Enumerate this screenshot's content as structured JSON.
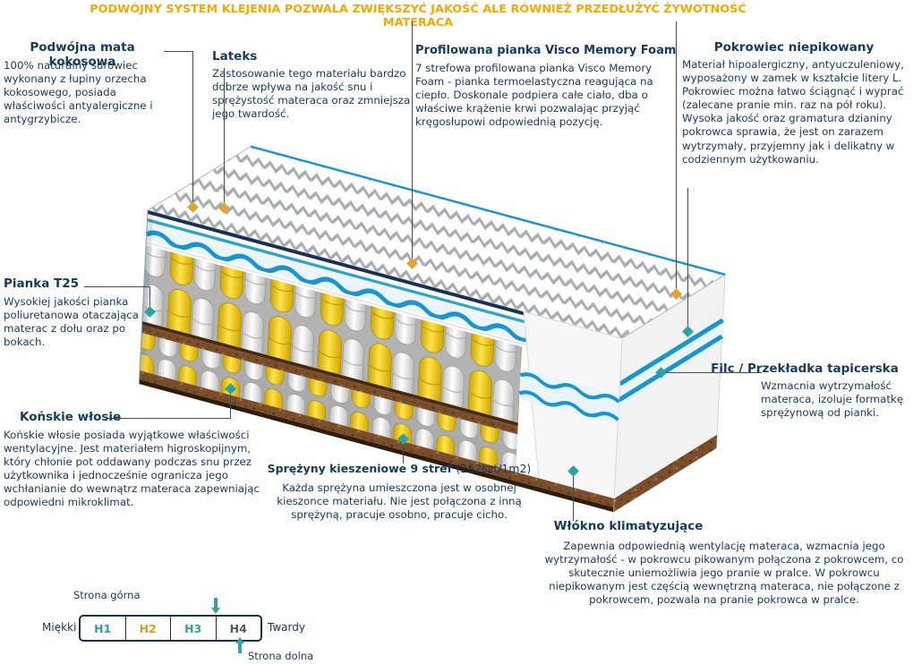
{
  "banner": "PODWÓJNY SYSTEM KLEJENIA POZWALA ZWIĘKSZYĆ JAKOŚĆ ALE RÓWNIEŻ PRZEDŁUŻYĆ ŻYWOTNOŚĆ MATERACA",
  "callouts": {
    "mata_kokosowa": {
      "title": "Podwójna mata kokosowa",
      "body": "100% naturalny surowiec wykonany z łupiny orzecha kokosowego, posiada właściwości antyalergiczne i antygrzybicze."
    },
    "lateks": {
      "title": "Lateks",
      "body": "Zastosowanie tego materiału bardzo dobrze wpływa na jakość snu i sprężystość materaca oraz zmniejsza jego twardość."
    },
    "visco": {
      "title": "Profilowana pianka Visco Memory Foam",
      "body": "7 strefowa profilowana pianka Visco Memory Foam - pianka termoelastyczna reagująca na ciepło. Doskonale podpiera całe ciało, dba o właściwe krążenie krwi pozwalając przyjąć kręgosłupowi odpowiednią pozycję."
    },
    "pokrowiec": {
      "title": "Pokrowiec niepikowany",
      "body": "Materiał hipoalergiczny, antyuczuleniowy, wyposażony w zamek w kształcie litery L. Pokrowiec można łatwo ściągnąć i wyprać (zalecane pranie min. raz na pół roku). Wysoka jakość oraz gramatura dzianiny pokrowca sprawia, że jest on zarazem wytrzymały, przyjemny jak i delikatny w codziennym użytkowaniu."
    },
    "pianka_t25": {
      "title": "Pianka T25",
      "body": "Wysokiej jakości pianka poliuretanowa otaczająca materac z dołu oraz po bokach."
    },
    "konskie_wlosie": {
      "title": "Końskie włosie",
      "body": "Końskie włosie posiada wyjątkowe właściwości wentylacyjne. Jest materiałem higroskopijnym, który chłonie pot oddawany podczas snu przez użytkownika i jednocześnie ogranicza jego wchłanianie do wewnątrz materaca zapewniając odpowiedni mikroklimat."
    },
    "sprezyny": {
      "title": "Sprężyny kieszeniowe 9 stref",
      "title_suffix": "(262szt/1m2)",
      "body": "Każda sprężyna umieszczona jest w osobnej kieszonce materiału. Nie jest połączona z inną sprężyną, pracuje osobno, pracuje cicho."
    },
    "filc": {
      "title": "Filc / Przekładka tapicerska",
      "body": "Wzmacnia wytrzymałość materaca, izoluje formatkę sprężynową od pianki."
    },
    "wlokno": {
      "title": "Włókno klimatyzujące",
      "body": "Zapewnia odpowiednią wentylację materaca, wzmacnia jego wytrzymałość - w pokrowcu pikowanym połączona z pokrowcem, co skutecznie uniemożliwia jego pranie w pralce. W pokrowcu niepikowanym jest częścią wewnętrzną materaca, nie połączone z pokrowcem, pozwala na pranie pokrowca w pralce."
    }
  },
  "hardness_scale": {
    "top_side": "Strona górna",
    "bottom_side": "Strona dolna",
    "soft": "Miękki",
    "hard": "Twardy",
    "levels": [
      "H1",
      "H2",
      "H3",
      "H4"
    ]
  },
  "colors": {
    "banner_text": "#F2A900",
    "heading_text": "#16395E",
    "body_text": "#16395E",
    "diamond_teal": "#2FA3A0",
    "diamond_gold": "#E3A32E",
    "level_h1": "#2FA39B",
    "level_h2": "#D9A021",
    "level_h3": "#2FA39B",
    "level_h4": "#55585C",
    "spring_yellow": "#F5D81C",
    "wave_blue": "#1B93CC",
    "coco_brown": "#7A4E2A"
  }
}
